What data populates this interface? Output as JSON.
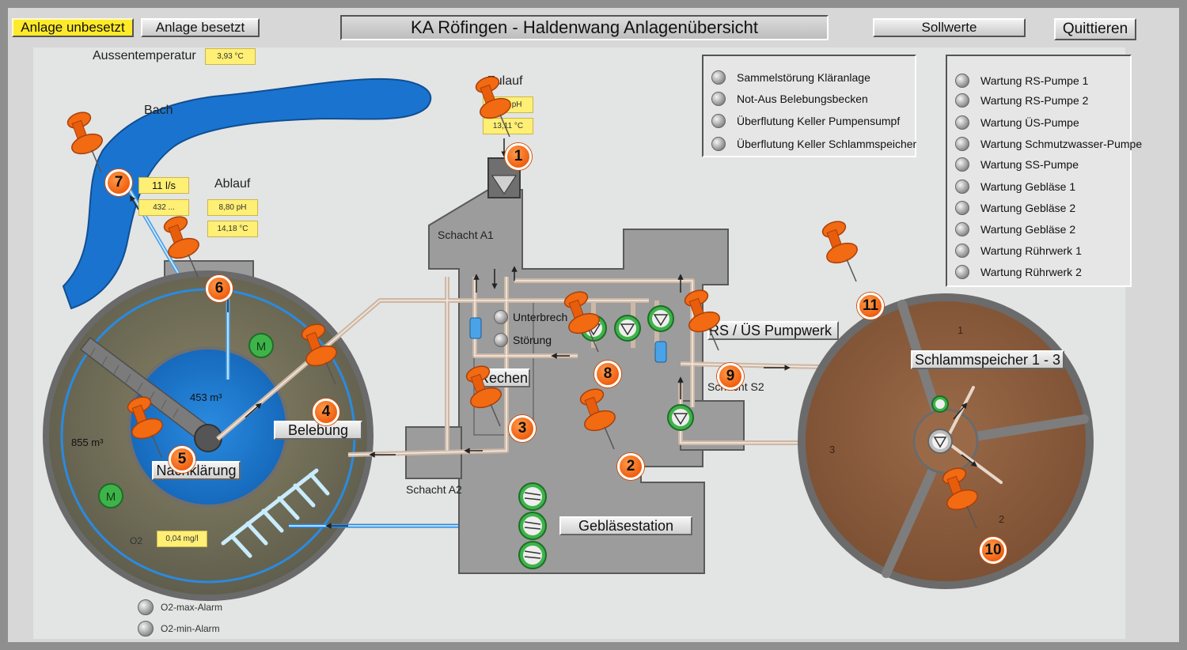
{
  "header": {
    "btn_unbesetzt": "Anlage unbesetzt",
    "btn_besetzt": "Anlage besetzt",
    "title": "KA Röfingen - Haldenwang Anlagenübersicht",
    "btn_sollwerte": "Sollwerte",
    "btn_quittieren": "Quittieren"
  },
  "aussen": {
    "label": "Aussentemperatur",
    "value": "3,93 °C"
  },
  "zulauf": {
    "label": "Zulauf",
    "ph": "7,20 pH",
    "temp": "13,11 °C"
  },
  "ablauf": {
    "label": "Ablauf",
    "flow": "11 l/s",
    "flow2": "432 ...",
    "ph": "8,80 pH",
    "temp": "14,18 °C"
  },
  "plant": {
    "bach": "Bach",
    "schacht_a1": "Schacht A1",
    "schacht_a2": "Schacht A2",
    "schacht_s2": "Schacht S2",
    "unterbrech": "Unterbrech",
    "stoerung": "Störung",
    "rechen": "Rechen",
    "belebung": "Belebung",
    "nachklaerung": "Nachklärung",
    "vol_inner": "453 m³",
    "vol_outer": "855 m³",
    "o2_label": "O2",
    "o2_value": "0,04 mg/l",
    "geblaese": "Gebläsestation",
    "pumpwerk": "RS / ÜS Pumpwerk",
    "schlamm": "Schlammspeicher 1 - 3",
    "sector1": "1",
    "sector2": "2",
    "sector3": "3"
  },
  "alarms_plant": [
    "Sammelstörung Kläranlage",
    "Not-Aus Belebungsbecken",
    "Überflutung Keller Pumpensumpf",
    "Überflutung Keller Schlammspeicher"
  ],
  "alarms_maint": [
    "Wartung RS-Pumpe 1",
    "Wartung RS-Pumpe 2",
    "Wartung ÜS-Pumpe",
    "Wartung Schmutzwasser-Pumpe",
    "Wartung SS-Pumpe",
    "Wartung Gebläse 1",
    "Wartung Gebläse 2",
    "Wartung Gebläse 2",
    "Wartung Rührwerk 1",
    "Wartung Rührwerk 2"
  ],
  "o2_alarms": [
    "O2-max-Alarm",
    "O2-min-Alarm"
  ],
  "markers": [
    "1",
    "2",
    "3",
    "4",
    "5",
    "6",
    "7",
    "8",
    "9",
    "10",
    "11"
  ],
  "icons": {
    "motor": "motor-icon",
    "pump": "pump-icon",
    "blower": "blower-icon",
    "pin": "pushpin-icon"
  },
  "colors": {
    "water": "#1f7fd3",
    "sludge": "#8a5a3c",
    "marker": "#f36a10",
    "button_active": "#ffea2a"
  }
}
